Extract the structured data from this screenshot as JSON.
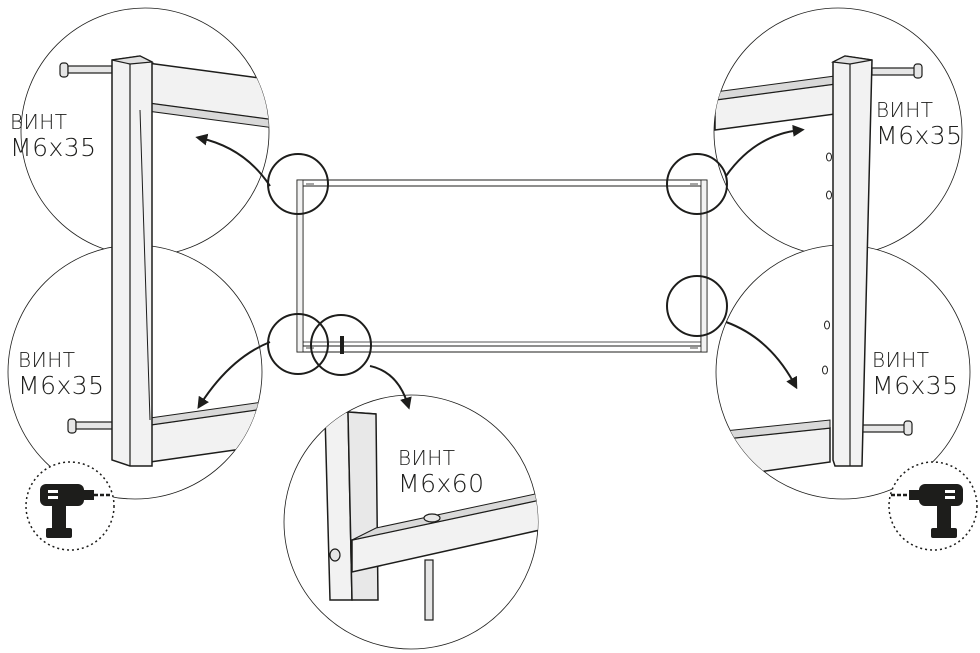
{
  "callouts": [
    {
      "id": "top-left",
      "word": "ВИНТ",
      "size": "M6x35"
    },
    {
      "id": "bottom-left",
      "word": "ВИНТ",
      "size": "M6x35"
    },
    {
      "id": "top-right",
      "word": "ВИНТ",
      "size": "M6x35"
    },
    {
      "id": "bottom-right",
      "word": "ВИНТ",
      "size": "M6x35"
    },
    {
      "id": "bottom-center",
      "word": "ВИНТ",
      "size": "M6x60"
    }
  ],
  "tools": [
    {
      "name": "drill-icon",
      "side": "left"
    },
    {
      "name": "drill-icon",
      "side": "right"
    }
  ],
  "colors": {
    "line": "#1d1d1b",
    "frame_fill": "#f2f2f2",
    "frame_shade": "#d9d9d9",
    "bolt": "#e6e6e6"
  }
}
